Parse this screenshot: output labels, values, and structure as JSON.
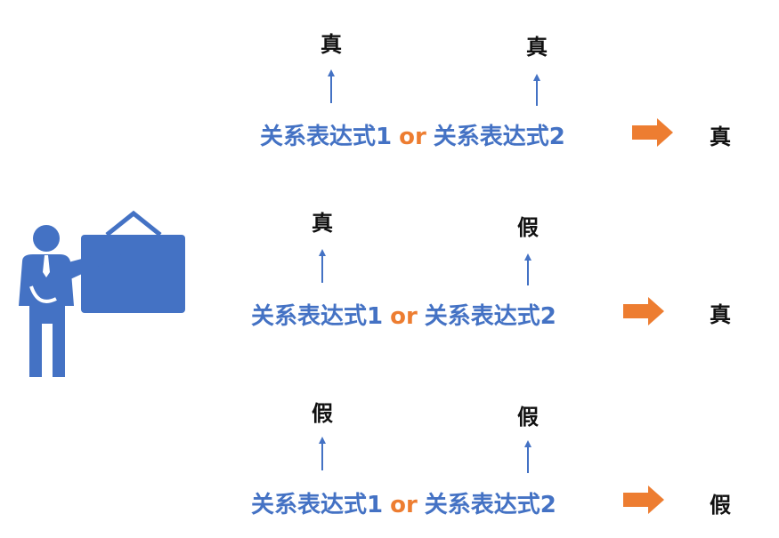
{
  "presenter_icon": "presenter-with-board-icon",
  "colors": {
    "expression": "#4472c4",
    "operator": "#ed7d31",
    "value": "#111111",
    "arrow": "#ed7d31",
    "icon": "#4472c4"
  },
  "rows": [
    {
      "left_value": "真",
      "right_value": "真",
      "expr_left": "关系表达式1",
      "operator": "or",
      "expr_right": "关系表达式2",
      "result": "真"
    },
    {
      "left_value": "真",
      "right_value": "假",
      "expr_left": "关系表达式1",
      "operator": "or",
      "expr_right": "关系表达式2",
      "result": "真"
    },
    {
      "left_value": "假",
      "right_value": "假",
      "expr_left": "关系表达式1",
      "operator": "or",
      "expr_right": "关系表达式2",
      "result": "假"
    }
  ]
}
